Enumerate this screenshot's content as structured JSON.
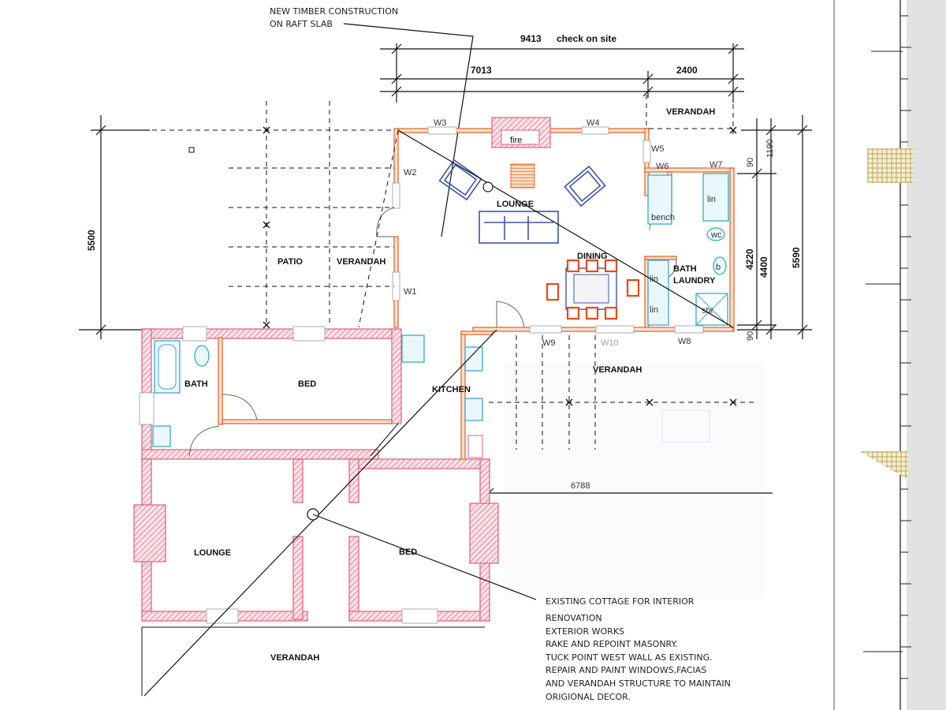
{
  "top_note": {
    "line1": "NEW TIMBER CONSTRUCTION",
    "line2": "ON RAFT SLAB"
  },
  "dimensions": {
    "overall": "9413",
    "overall_note": "check on site",
    "left_span": "7013",
    "right_span": "2400",
    "left_height": "5500",
    "right_total": "5590",
    "right_inner": "4400",
    "right_mid": "4220",
    "right_top": "1190",
    "right_top_small": "90",
    "right_bottom_small": "90",
    "lower": "6788"
  },
  "rooms": {
    "verandah_top": "VERANDAH",
    "lounge_new": "LOUNGE",
    "fire": "fire",
    "dining": "DINING",
    "bath_laundry_1": "BATH",
    "bath_laundry_2": "LAUNDRY",
    "bench": "bench",
    "lin": "lin",
    "wc": "wc",
    "basin": "b",
    "shr": "shr",
    "patio": "PATIO",
    "verandah_left": "VERANDAH",
    "verandah_right": "VERANDAH",
    "kitchen": "KITCHEN",
    "bath_old": "BATH",
    "bed_top": "BED",
    "lounge_old": "LOUNGE",
    "bed_bottom": "BED",
    "verandah_bottom": "VERANDAH"
  },
  "windows": {
    "w1": "W1",
    "w2": "W2",
    "w3": "W3",
    "w4": "W4",
    "w5": "W5",
    "w6": "W6",
    "w7": "W7",
    "w8": "W8",
    "w9": "W9",
    "w10": "W10"
  },
  "bottom_note": [
    "EXISTING COTTAGE FOR INTERIOR",
    "RENOVATION",
    "EXTERIOR WORKS",
    "RAKE AND REPOINT MASONRY.",
    "TUCK POINT WEST WALL AS EXISTING.",
    "REPAIR AND PAINT WINDOWS,FACIAS",
    "AND VERANDAH STRUCTURE TO MAINTAIN",
    "ORIGIONAL DECOR."
  ],
  "colors": {
    "new_wall": "#e46a2c",
    "old_wall": "#e0607a",
    "furniture": "#3b54a6",
    "chairs": "#e54a1d",
    "fixtures": "#3aa9c9"
  }
}
